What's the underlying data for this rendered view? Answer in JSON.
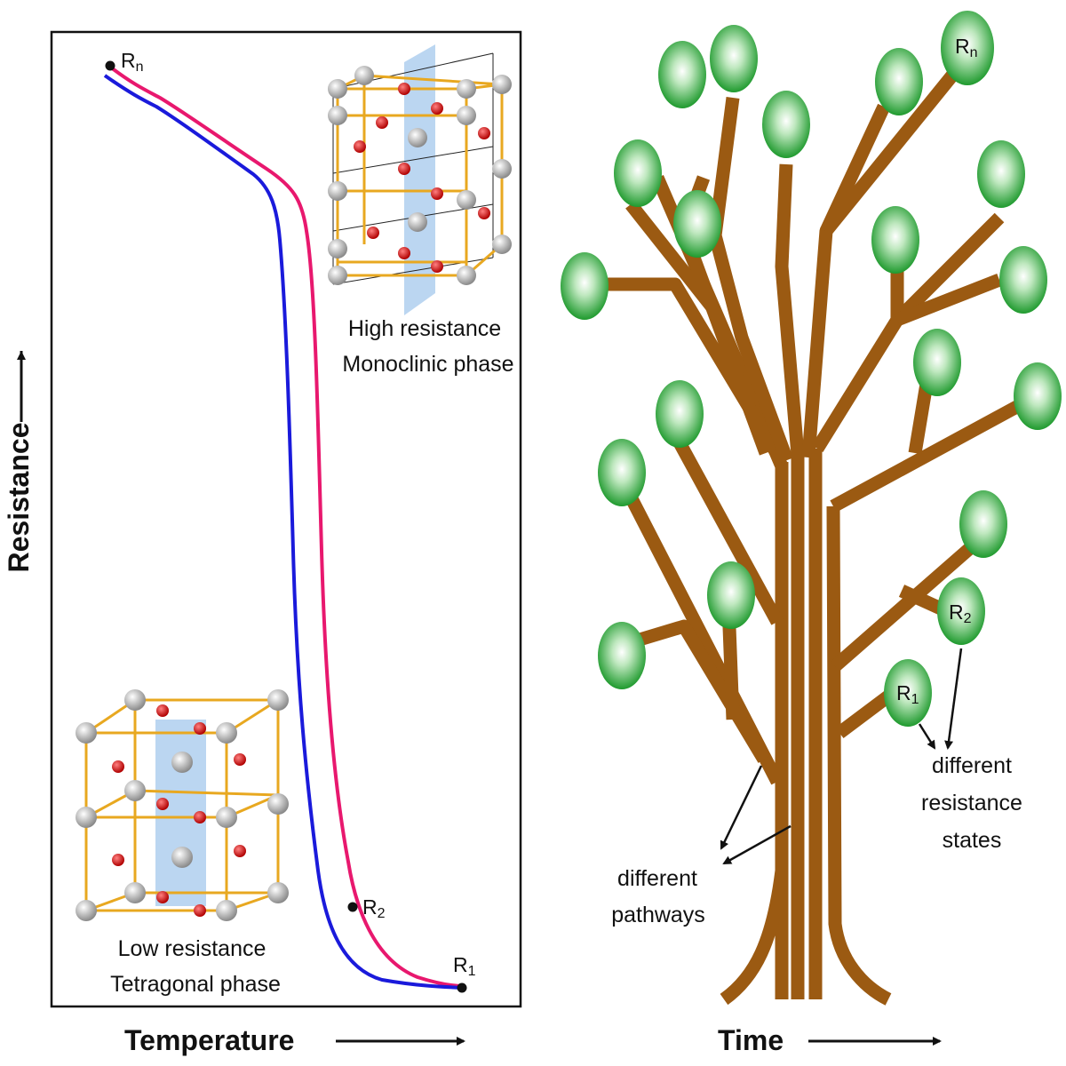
{
  "left_panel": {
    "y_axis_label": "Resistance",
    "x_axis_label": "Temperature",
    "point_labels": {
      "rn": {
        "main": "R",
        "sub": "n"
      },
      "r2": {
        "main": "R",
        "sub": "2"
      },
      "r1": {
        "main": "R",
        "sub": "1"
      }
    },
    "high_phase": {
      "line1": "High resistance",
      "line2": "Monoclinic phase"
    },
    "low_phase": {
      "line1": "Low resistance",
      "line2": "Tetragonal phase"
    },
    "colors": {
      "curve_a": "#e8186e",
      "curve_b": "#1a1adb",
      "frame": "#111111",
      "lattice": "#e8a820",
      "plane": "#aaccee",
      "atom_red": "#dd0000",
      "atom_grey": "#c8c8c8"
    }
  },
  "right_panel": {
    "x_axis_label": "Time",
    "leaf_labels": {
      "rn": {
        "main": "R",
        "sub": "n"
      },
      "r2": {
        "main": "R",
        "sub": "2"
      },
      "r1": {
        "main": "R",
        "sub": "1"
      }
    },
    "annotation_states": {
      "line1": "different",
      "line2": "resistance",
      "line3": "states"
    },
    "annotation_pathways": {
      "line1": "different",
      "line2": "pathways"
    },
    "colors": {
      "branch": "#9b5a12",
      "leaf": "#2fa336",
      "leaf_highlight": "#ffffff"
    }
  }
}
